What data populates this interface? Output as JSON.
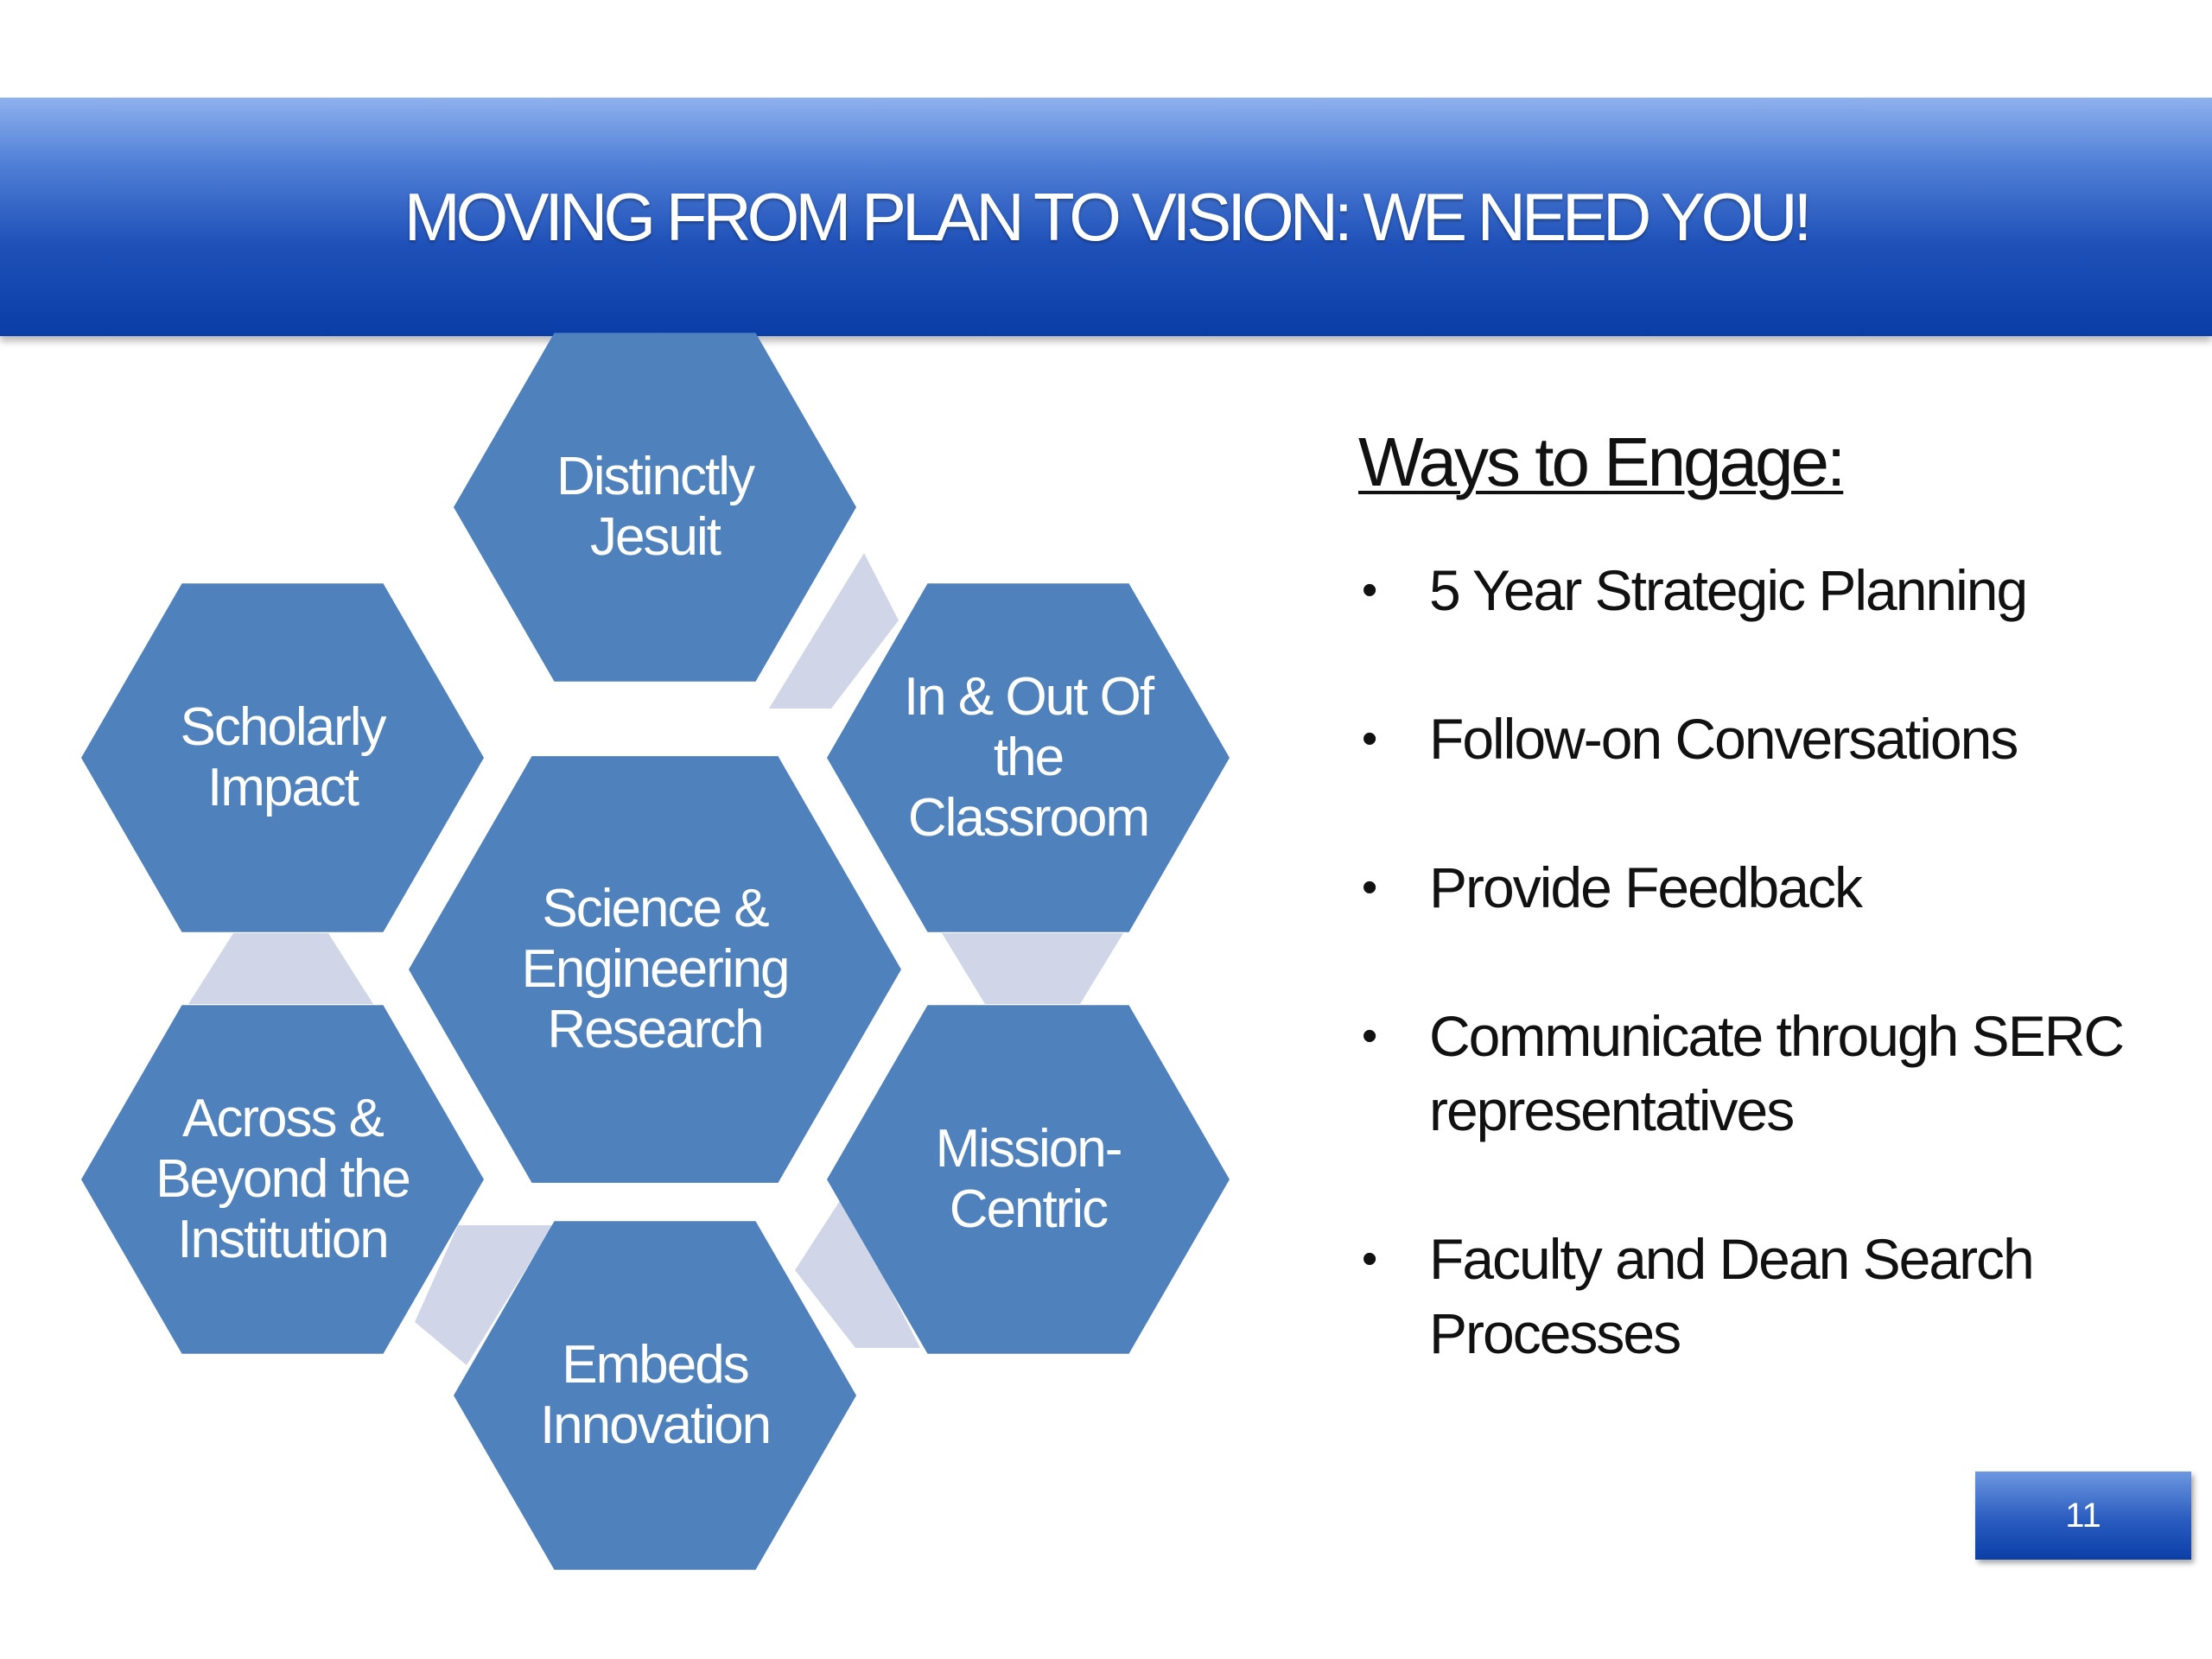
{
  "slide": {
    "title": "MOVING FROM PLAN TO VISION: WE NEED YOU!",
    "page_number": "11"
  },
  "diagram": {
    "center": {
      "lines": [
        "Science &",
        "Engineering",
        "Research"
      ]
    },
    "hexagons": [
      {
        "id": "distinctly-jesuit",
        "lines": [
          "Distinctly",
          "Jesuit"
        ]
      },
      {
        "id": "in-out-classroom",
        "lines": [
          "In & Out Of",
          "the",
          "Classroom"
        ]
      },
      {
        "id": "mission-centric",
        "lines": [
          "Mission-",
          "Centric"
        ]
      },
      {
        "id": "embeds-innovation",
        "lines": [
          "Embeds",
          "Innovation"
        ]
      },
      {
        "id": "across-beyond",
        "lines": [
          "Across &",
          "Beyond the",
          "Institution"
        ]
      },
      {
        "id": "scholarly-impact",
        "lines": [
          "Scholarly",
          "Impact"
        ]
      }
    ],
    "colors": {
      "hexagon": "#4f81bd",
      "connector": "#d0d5e8",
      "label": "#ffffff"
    }
  },
  "engage": {
    "heading": "Ways to Engage:",
    "items": [
      "5 Year Strategic Planning",
      "Follow-on Conversations",
      "Provide Feedback",
      "Communicate through SERC representatives",
      "Faculty and Dean Search Processes"
    ]
  },
  "colors": {
    "title_bar": "#1e50b8",
    "badge": "#2a5cc0"
  }
}
